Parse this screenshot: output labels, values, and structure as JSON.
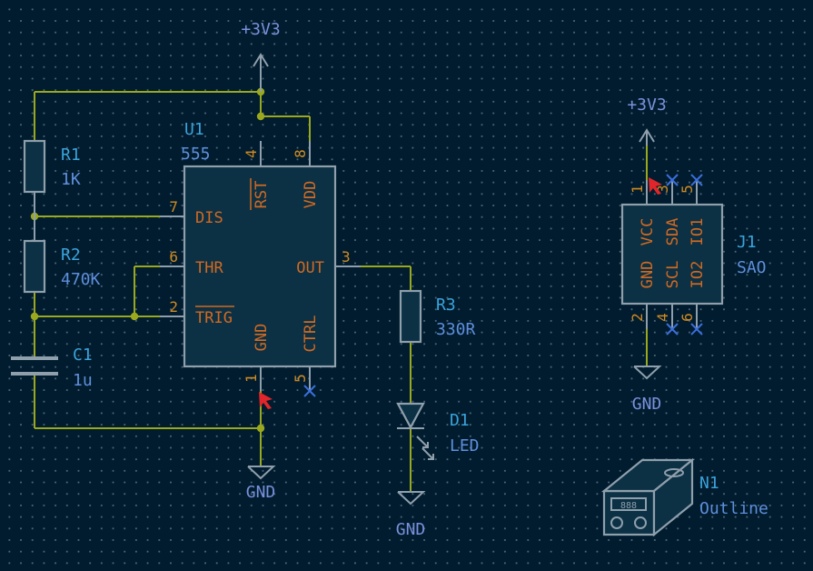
{
  "power": {
    "vcc_label": "+3V3",
    "gnd_label": "GND"
  },
  "u1": {
    "ref": "U1",
    "value": "555",
    "pins": [
      {
        "num": "1",
        "name": "GND"
      },
      {
        "num": "2",
        "name": "TRIG"
      },
      {
        "num": "3",
        "name": "OUT"
      },
      {
        "num": "4",
        "name": "RST"
      },
      {
        "num": "5",
        "name": "CTRL"
      },
      {
        "num": "6",
        "name": "THR"
      },
      {
        "num": "7",
        "name": "DIS"
      },
      {
        "num": "8",
        "name": "VDD"
      }
    ]
  },
  "r1": {
    "ref": "R1",
    "value": "1K"
  },
  "r2": {
    "ref": "R2",
    "value": "470K"
  },
  "r3": {
    "ref": "R3",
    "value": "330R"
  },
  "c1": {
    "ref": "C1",
    "value": "1u"
  },
  "d1": {
    "ref": "D1",
    "value": "LED"
  },
  "j1": {
    "ref": "J1",
    "value": "SAO",
    "pins": [
      {
        "num": "1",
        "name": "VCC"
      },
      {
        "num": "2",
        "name": "GND"
      },
      {
        "num": "3",
        "name": "SDA"
      },
      {
        "num": "4",
        "name": "SCL"
      },
      {
        "num": "5",
        "name": "IO1"
      },
      {
        "num": "6",
        "name": "IO2"
      }
    ]
  },
  "n1": {
    "ref": "N1",
    "value": "Outline"
  },
  "colors": {
    "background": "#001c2e",
    "wire": "#9aa81e",
    "component_outline": "#8f9fac",
    "component_fill": "#0c3044",
    "pin_number": "#d08a22",
    "pin_name": "#d06a22",
    "reference": "#3aa3dc",
    "value": "#5f8edc",
    "no_connect": "#3b6fdc",
    "erc_marker": "#e0262a"
  }
}
